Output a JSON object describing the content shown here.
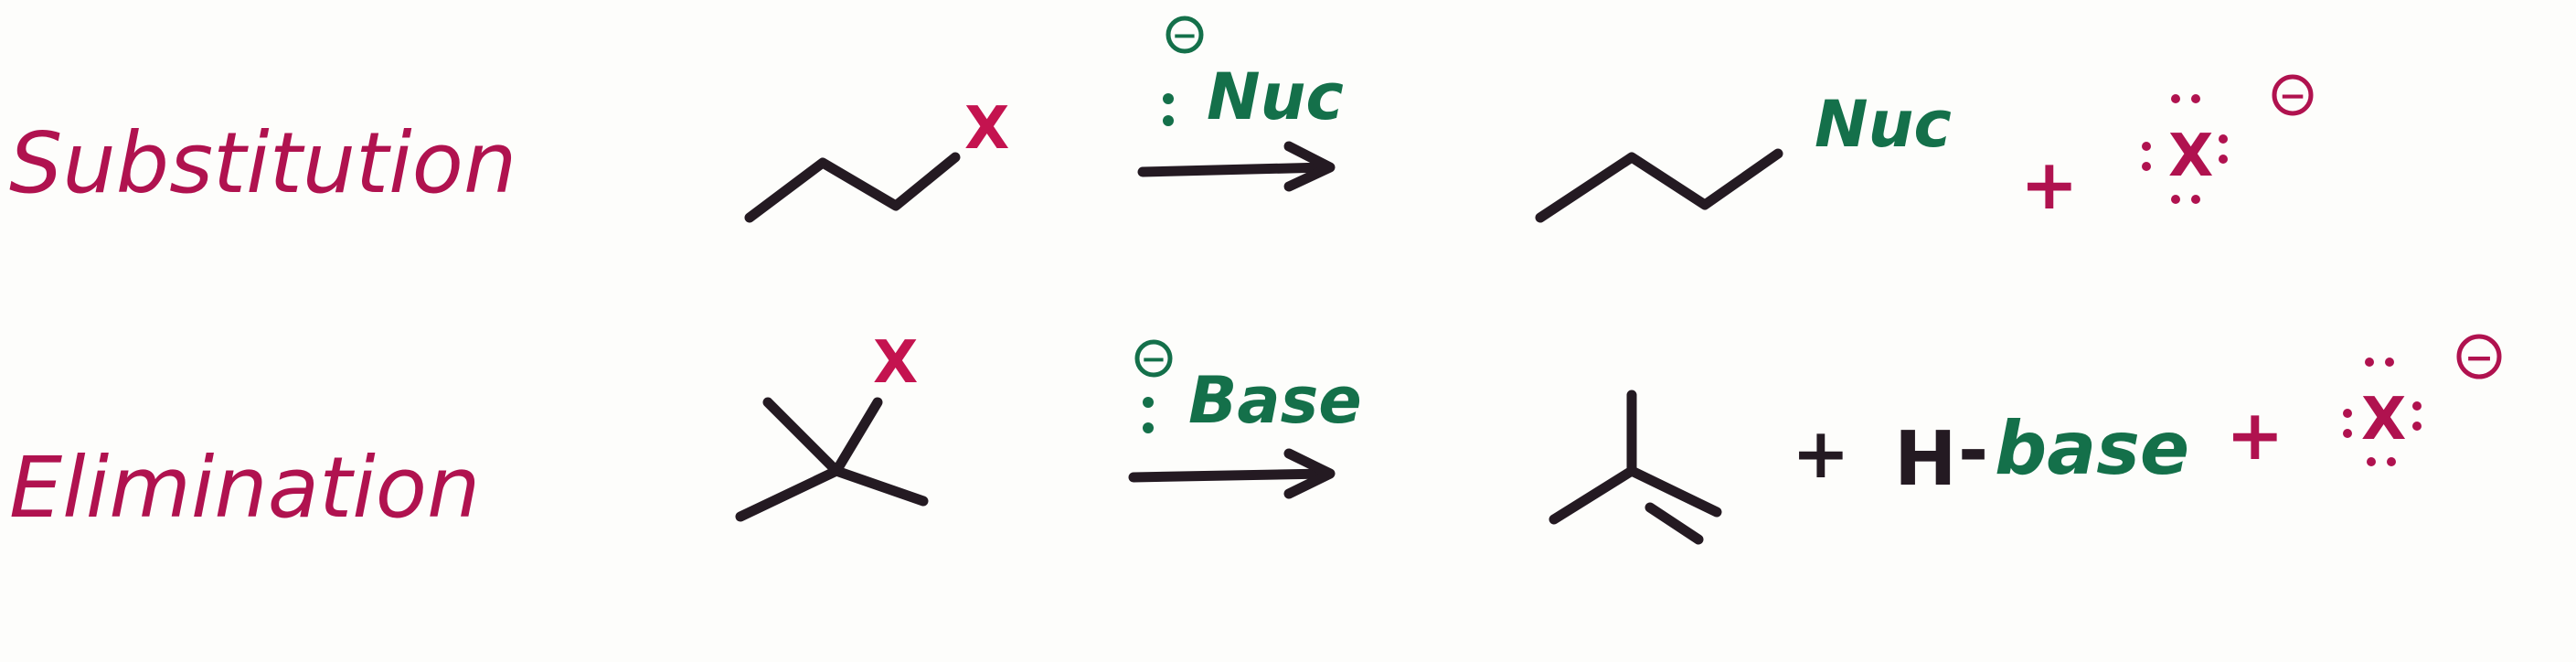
{
  "colors": {
    "label": "#b0124f",
    "reagent": "#14704a",
    "ink": "#241a22",
    "background": "#fdfdfb"
  },
  "substitution": {
    "label": "Substitution",
    "substrate_leaving_group": "X",
    "nucleophile": "Nuc",
    "nucleophile_charge": "−",
    "product_group": "Nuc",
    "plus": "+",
    "leaving_group": "X",
    "leaving_group_charge": "−"
  },
  "elimination": {
    "label": "Elimination",
    "substrate_leaving_group": "X",
    "base": "Base",
    "base_charge": "−",
    "plus_1": "+",
    "byproduct_h": "H",
    "byproduct_dash": "-",
    "byproduct_base": "base",
    "plus_2": "+",
    "leaving_group": "X",
    "leaving_group_charge": "−"
  }
}
